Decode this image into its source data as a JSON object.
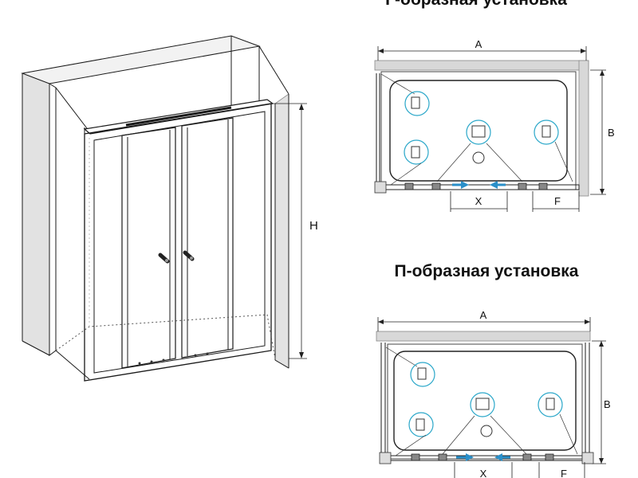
{
  "titles": {
    "l_install": "Г-образная установка",
    "u_install": "П-образная установка"
  },
  "dimensions": {
    "A": "A",
    "B": "B",
    "X": "X",
    "F": "F",
    "H": "H"
  },
  "colors": {
    "arrow": "#2a8fc9",
    "wall": "#d8d8d8",
    "line": "#1a1a1a"
  }
}
